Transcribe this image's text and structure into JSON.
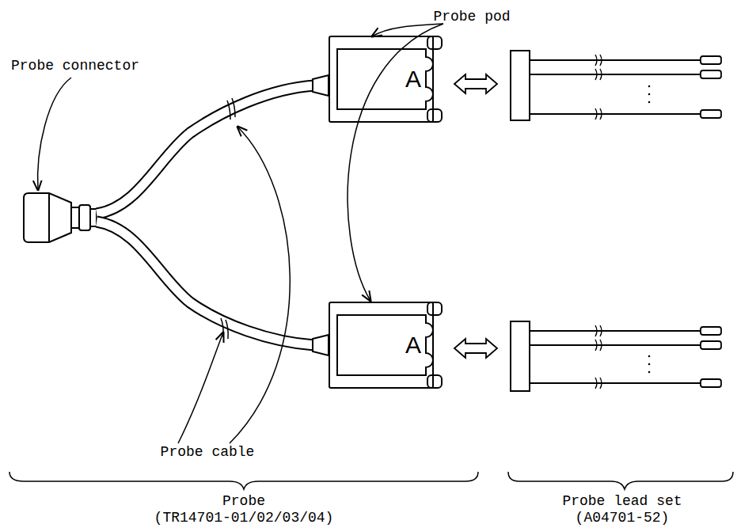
{
  "diagram": {
    "nodes": [
      {
        "text": [
          "A"
        ]
      },
      {
        "text": [
          "A"
        ]
      }
    ],
    "labels": [
      "Probe pod",
      "Probe connector",
      "Probe cable",
      "Probe",
      "(TR14701-01/02/03/04)",
      "Probe lead set",
      "(A04701-52)"
    ]
  }
}
